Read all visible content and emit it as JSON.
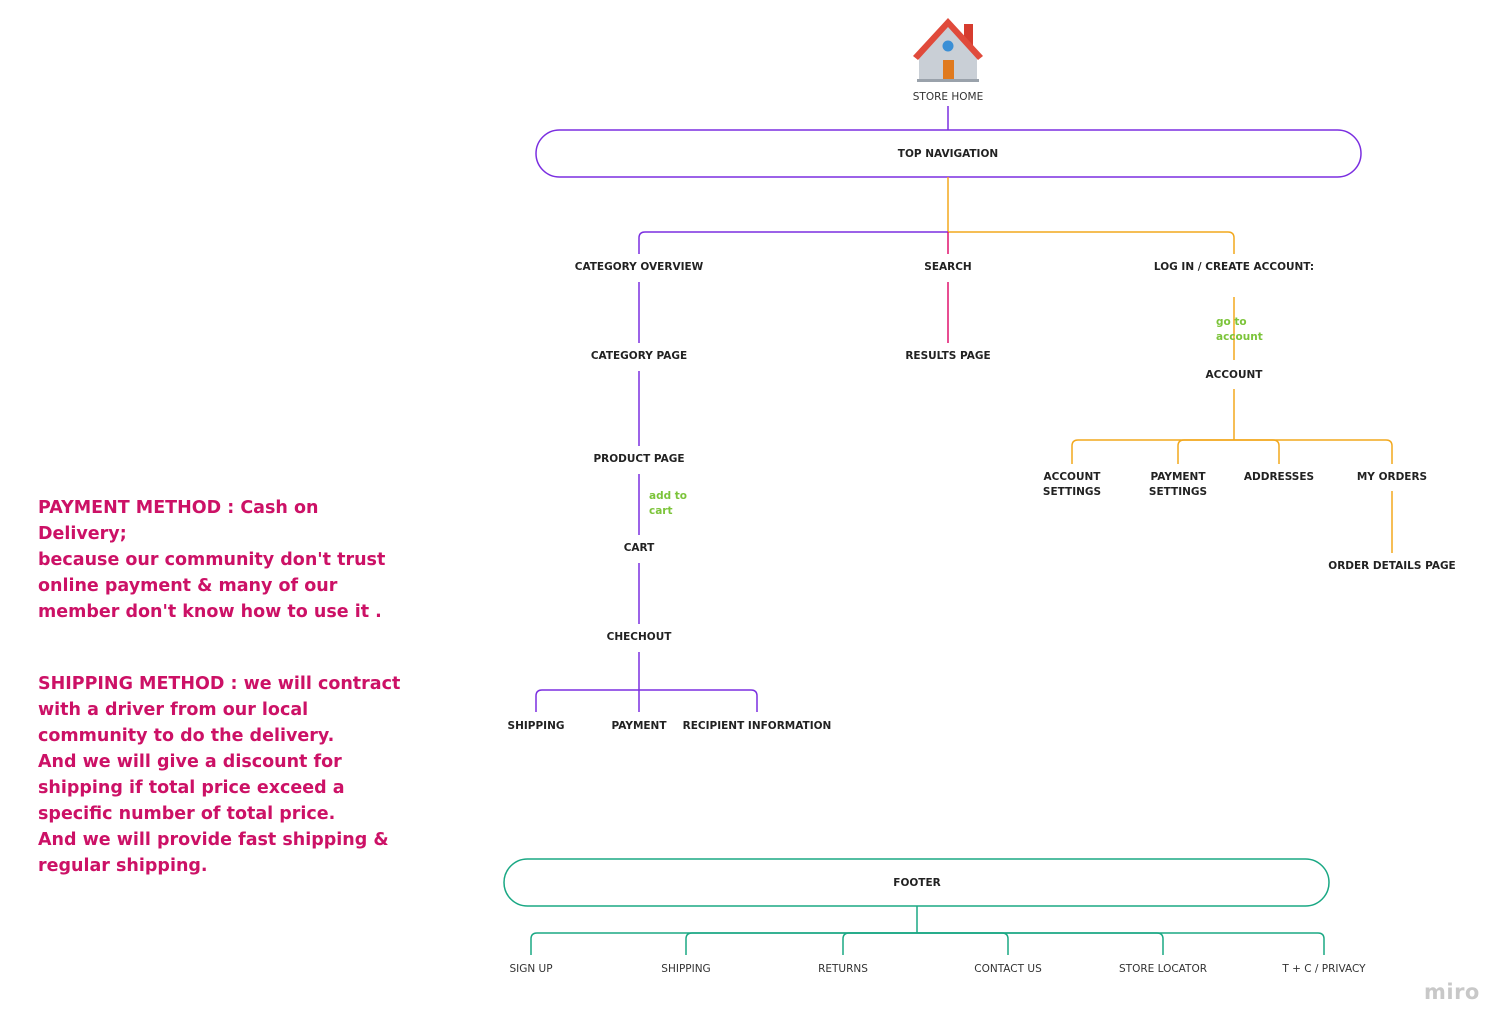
{
  "root": {
    "label": "STORE HOME",
    "icon": "house-icon"
  },
  "top_nav": {
    "label": "TOP NAVIGATION"
  },
  "branches": {
    "category_overview": "CATEGORY OVERVIEW",
    "category_page": "CATEGORY PAGE",
    "product_page": "PRODUCT PAGE",
    "add_to_cart_note": [
      "add to",
      "cart"
    ],
    "cart": "CART",
    "checkout": "CHECHOUT",
    "checkout_children": [
      "SHIPPING",
      "PAYMENT",
      "RECIPIENT INFORMATION"
    ],
    "search": "SEARCH",
    "results_page": "RESULTS PAGE",
    "login": "LOG IN / CREATE ACCOUNT:",
    "go_to_account_note": [
      "go to",
      "account"
    ],
    "account": "ACCOUNT",
    "account_children": [
      [
        "ACCOUNT",
        "SETTINGS"
      ],
      [
        "PAYMENT",
        "SETTINGS"
      ],
      [
        "ADDRESSES"
      ],
      [
        "MY ORDERS"
      ]
    ],
    "order_details": "ORDER DETAILS PAGE"
  },
  "footer": {
    "label": "FOOTER",
    "children": [
      "SIGN UP",
      "SHIPPING",
      "RETURNS",
      "CONTACT US",
      "STORE LOCATOR",
      "T + C / PRIVACY"
    ]
  },
  "notes": {
    "payment": [
      "PAYMENT METHOD : Cash on Delivery;",
      "because our community don't trust",
      "online payment & many of our",
      "member don't know how to use it ."
    ],
    "shipping": [
      "SHIPPING METHOD : we will contract",
      "with a driver from our local",
      "community to do the delivery.",
      "And we will give a discount for",
      "shipping if total price exceed a",
      "specific number of total price.",
      "And we will provide fast shipping &",
      "regular shipping."
    ]
  },
  "brand": "miro",
  "colors": {
    "purple": "#7b2fe0",
    "pink": "#e0126e",
    "orange": "#f2a81d",
    "teal": "#1aa884",
    "note_green": "#7cc43a",
    "side_text": "#cc1166"
  }
}
